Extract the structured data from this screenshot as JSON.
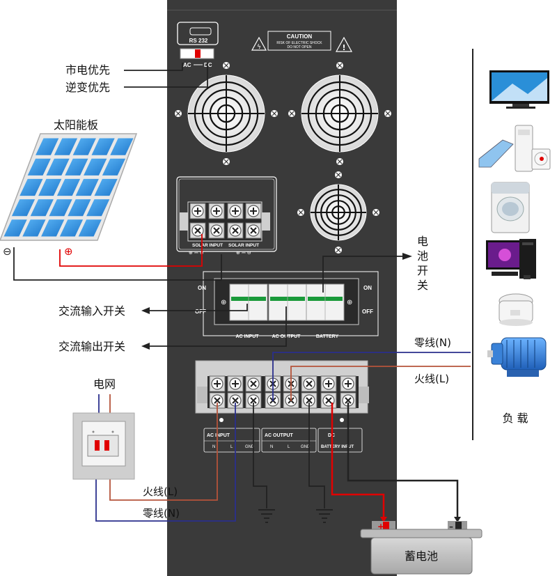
{
  "labels": {
    "mains_priority": "市电优先",
    "inverter_priority": "逆变优先",
    "solar_panel": "太阳能板",
    "grid": "电网",
    "battery_switch_chars": [
      "电",
      "池",
      "开",
      "关"
    ],
    "ac_input_switch": "交流输入开关",
    "ac_output_switch": "交流输出开关",
    "neutral_right": "零线(N)",
    "live_right": "火线(L)",
    "live_bottom": "火线(L)",
    "neutral_bottom": "零线(N)",
    "load": "负 载",
    "battery": "蓄电池"
  },
  "panel": {
    "rs232": "RS 232",
    "caution_title": "CAUTION",
    "caution_line1": "RISK OF ELECTRIC SHOCK",
    "caution_line2": "DO NOT OPEN",
    "ac_dc_left": "AC",
    "ac_dc_right": "DC",
    "solar_input_1": "SOLAR INPUT",
    "solar_input_2": "SOLAR INPUT",
    "on_left": "ON",
    "off_left": "OFF",
    "on_right": "ON",
    "off_right": "OFF",
    "breaker_ac_input": "AC INPUT",
    "breaker_ac_output": "AC OUTPUT",
    "breaker_battery": "BATTERY",
    "term_ac_input": "AC INPUT",
    "term_ac_output": "AC OUTPUT",
    "term_dc": "DC",
    "term_battery_input": "BATTERY INPUT",
    "n1": "N",
    "l1": "L",
    "gnd1": "GND",
    "n2": "N",
    "l2": "L",
    "gnd2": "GND"
  },
  "colors": {
    "cabinet": "#3a3a3a",
    "wire_live": "#b5533a",
    "wire_neutral": "#2a2f8c",
    "wire_positive": "#e00000",
    "wire_black": "#222222",
    "breaker_green": "#1a9a3a",
    "solar_cell": "#2e8fe0"
  }
}
